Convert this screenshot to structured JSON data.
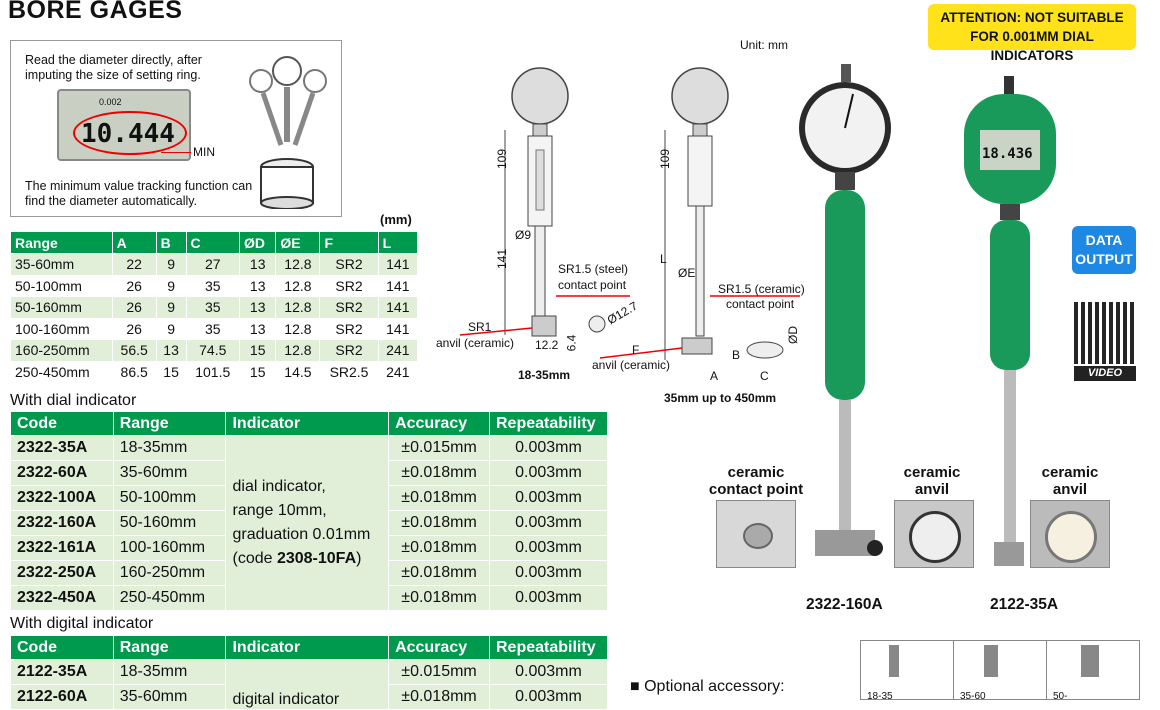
{
  "title": "BORE GAGES",
  "attention": {
    "line1": "ATTENTION: NOT SUITABLE",
    "line2": "FOR 0.001MM DIAL INDICATORS"
  },
  "unit_note": "Unit: mm",
  "info": {
    "text_top": "Read the diameter directly, after imputing the size of setting ring.",
    "text_bottom": "The minimum value tracking function can find the diameter automatically.",
    "lcd_value": "10.444",
    "lcd_small": "0.002",
    "min_label": "MIN"
  },
  "spec_unit": "(mm)",
  "spec_table": {
    "headers": [
      "Range",
      "A",
      "B",
      "C",
      "ØD",
      "ØE",
      "F",
      "L"
    ],
    "rows": [
      [
        "35-60mm",
        "22",
        "9",
        "27",
        "13",
        "12.8",
        "SR2",
        "141"
      ],
      [
        "50-100mm",
        "26",
        "9",
        "35",
        "13",
        "12.8",
        "SR2",
        "141"
      ],
      [
        "50-160mm",
        "26",
        "9",
        "35",
        "13",
        "12.8",
        "SR2",
        "141"
      ],
      [
        "100-160mm",
        "26",
        "9",
        "35",
        "13",
        "12.8",
        "SR2",
        "141"
      ],
      [
        "160-250mm",
        "56.5",
        "13",
        "74.5",
        "15",
        "12.8",
        "SR2",
        "241"
      ],
      [
        "250-450mm",
        "86.5",
        "15",
        "101.5",
        "15",
        "14.5",
        "SR2.5",
        "241"
      ]
    ]
  },
  "dial_section": {
    "heading": "With dial indicator",
    "headers": [
      "Code",
      "Range",
      "Indicator",
      "Accuracy",
      "Repeatability"
    ],
    "indicator_text": [
      "dial indicator,",
      "range 10mm,",
      "graduation 0.01mm"
    ],
    "indicator_code_prefix": "(code ",
    "indicator_code": "2308-10FA",
    "indicator_code_suffix": ")",
    "rows": [
      {
        "code": "2322-35A",
        "range": "18-35mm",
        "accuracy": "±0.015mm",
        "repeat": "0.003mm"
      },
      {
        "code": "2322-60A",
        "range": "35-60mm",
        "accuracy": "±0.018mm",
        "repeat": "0.003mm"
      },
      {
        "code": "2322-100A",
        "range": "50-100mm",
        "accuracy": "±0.018mm",
        "repeat": "0.003mm"
      },
      {
        "code": "2322-160A",
        "range": "50-160mm",
        "accuracy": "±0.018mm",
        "repeat": "0.003mm"
      },
      {
        "code": "2322-161A",
        "range": "100-160mm",
        "accuracy": "±0.018mm",
        "repeat": "0.003mm"
      },
      {
        "code": "2322-250A",
        "range": "160-250mm",
        "accuracy": "±0.018mm",
        "repeat": "0.003mm"
      },
      {
        "code": "2322-450A",
        "range": "250-450mm",
        "accuracy": "±0.018mm",
        "repeat": "0.003mm"
      }
    ]
  },
  "digital_section": {
    "heading": "With digital indicator",
    "headers": [
      "Code",
      "Range",
      "Indicator",
      "Accuracy",
      "Repeatability"
    ],
    "rows": [
      {
        "code": "2122-35A",
        "range": "18-35mm",
        "accuracy": "±0.015mm",
        "repeat": "0.003mm"
      },
      {
        "code": "2122-60A",
        "range": "35-60mm",
        "indicator": "digital indicator",
        "accuracy": "±0.018mm",
        "repeat": "0.003mm"
      }
    ]
  },
  "drawing1": {
    "dim_109": "109",
    "dim_141": "141",
    "dia9": "Ø9",
    "sr15_steel": "SR1.5 (steel)",
    "contact_point": "contact point",
    "dia127": "Ø12.7",
    "sr1": "SR1",
    "anvil": "anvil (ceramic)",
    "dim_122": "12.2",
    "dim_64": "6.4",
    "caption": "18-35mm"
  },
  "drawing2": {
    "dim_109": "109",
    "L": "L",
    "dE": "ØE",
    "sr15_ceramic": "SR1.5 (ceramic)",
    "contact_point": "contact point",
    "F": "F",
    "anvil": "anvil (ceramic)",
    "B": "B",
    "dD": "ØD",
    "A": "A",
    "C": "C",
    "caption": "35mm up to 450mm"
  },
  "photos": {
    "cap1": [
      "ceramic",
      "contact point"
    ],
    "cap2": [
      "ceramic",
      "anvil"
    ],
    "cap3": [
      "ceramic",
      "anvil"
    ],
    "model1": "2322-160A",
    "model2": "2122-35A",
    "digital_reading": "18.436"
  },
  "data_output": [
    "DATA",
    "OUTPUT"
  ],
  "video_label": "VIDEO",
  "accessory": "Optional accessory:",
  "accessory_thumbs": [
    "18-35",
    "35-60",
    "50-"
  ],
  "colors": {
    "header_green": "#009a4e",
    "row_green": "#e1efd9",
    "attention_yellow": "#ffe21a",
    "gauge_green": "#1a9a5a"
  }
}
